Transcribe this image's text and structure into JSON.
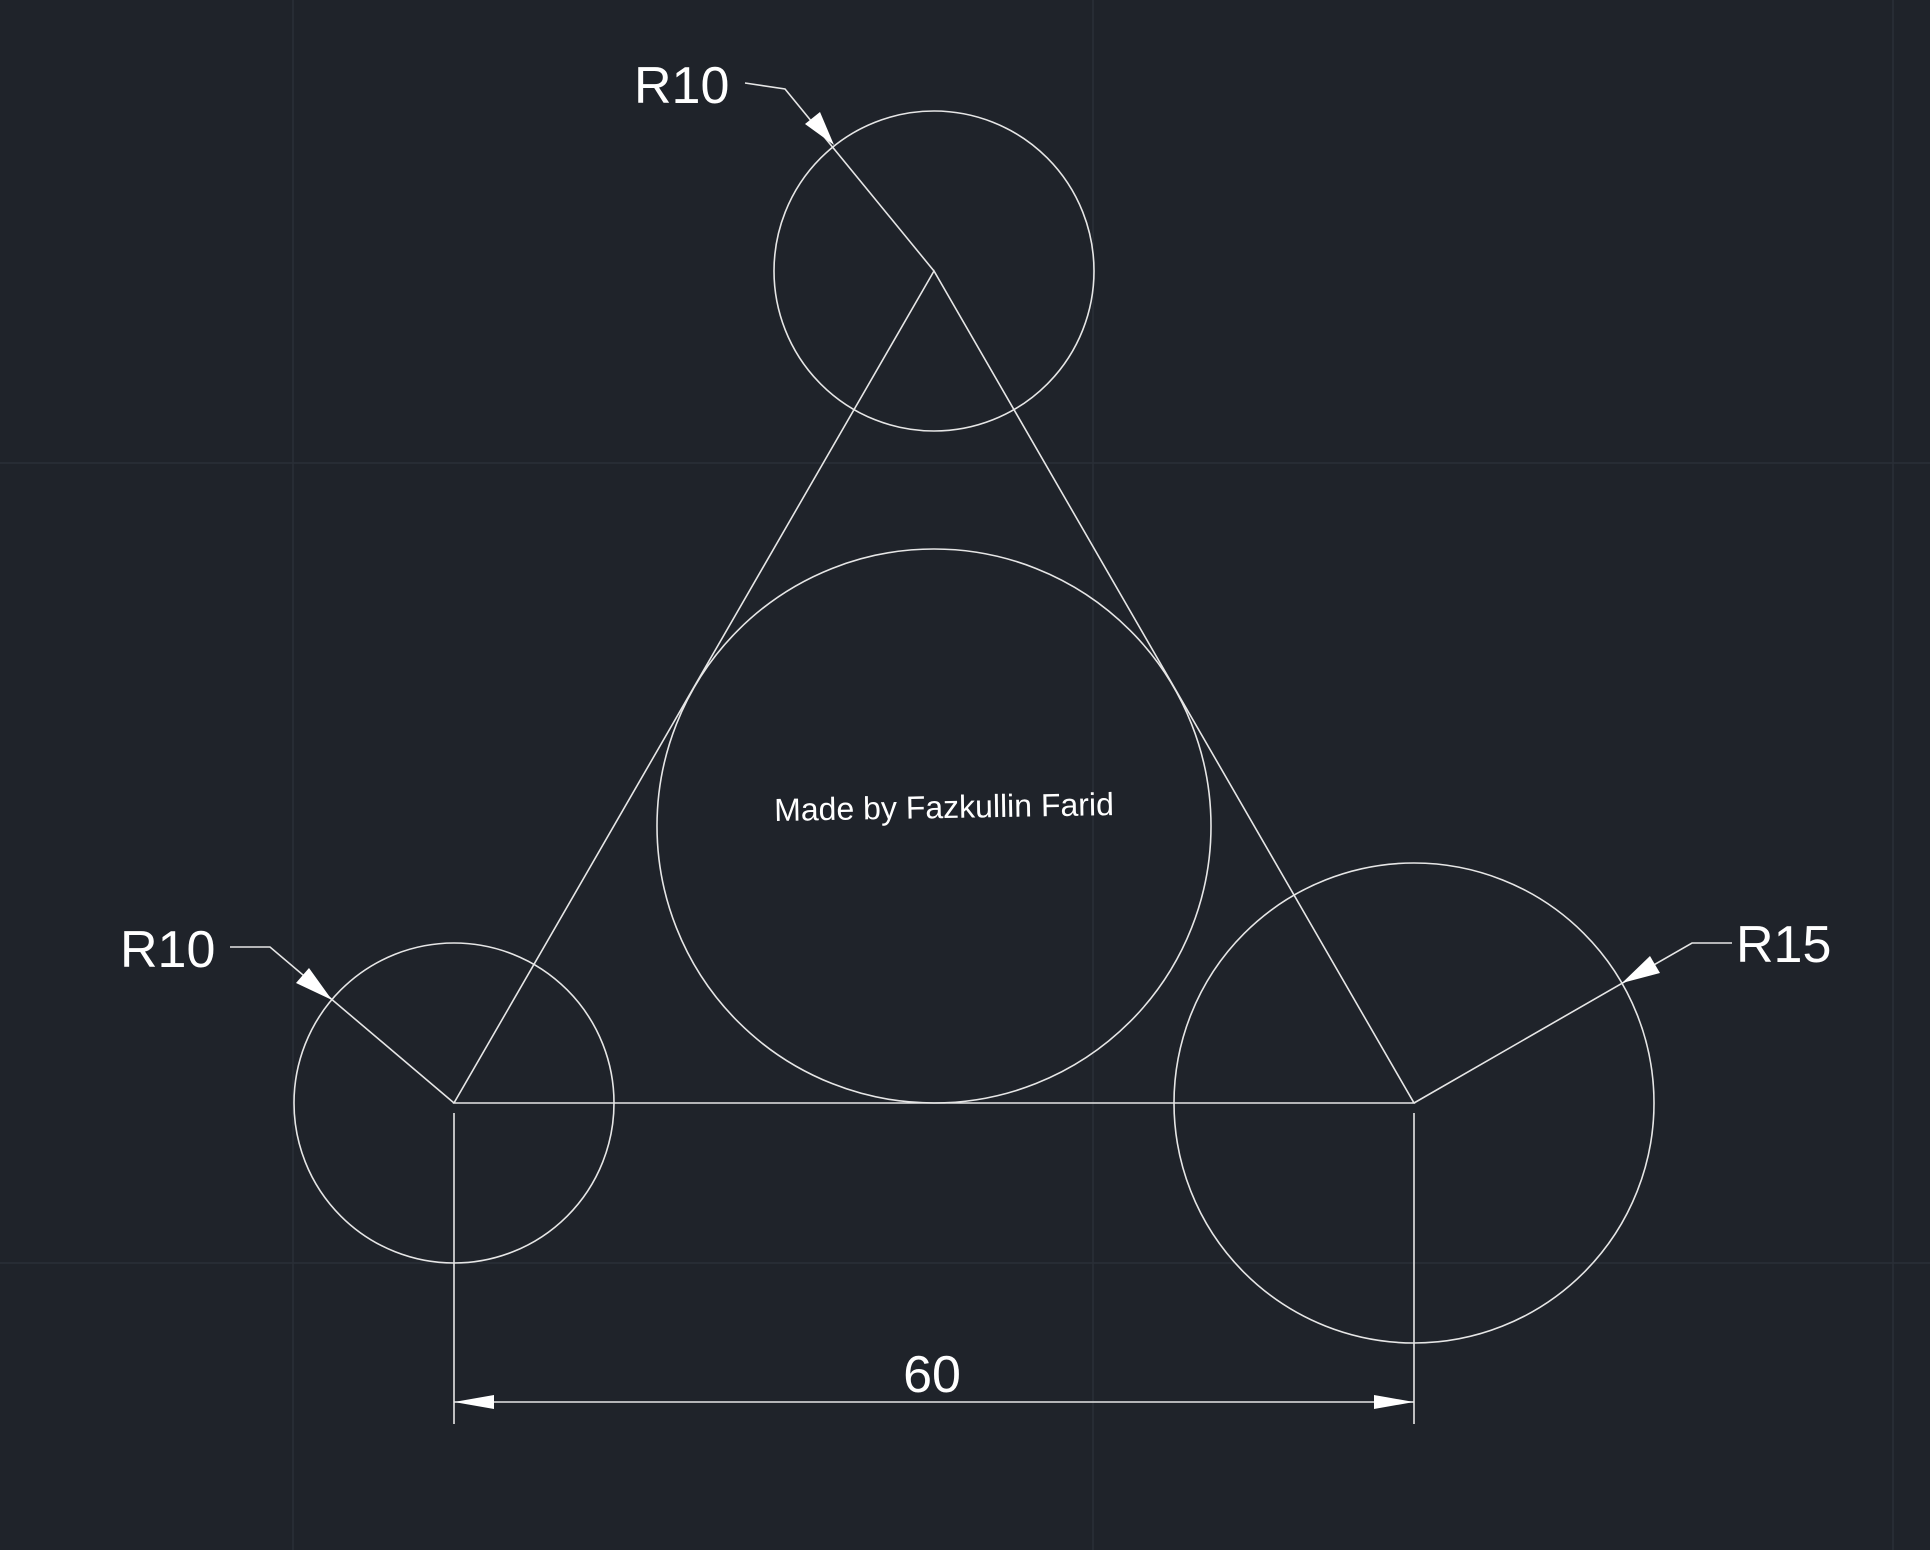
{
  "drawing": {
    "background_color": "#1f232a",
    "line_color": "#e6e6e6",
    "grid_color": "#2a2f37",
    "dimensions": {
      "top_circle_radius": "R10",
      "left_circle_radius": "R10",
      "right_circle_radius": "R15",
      "base_length": "60"
    },
    "note": "Made by Fazkullin Farid"
  }
}
